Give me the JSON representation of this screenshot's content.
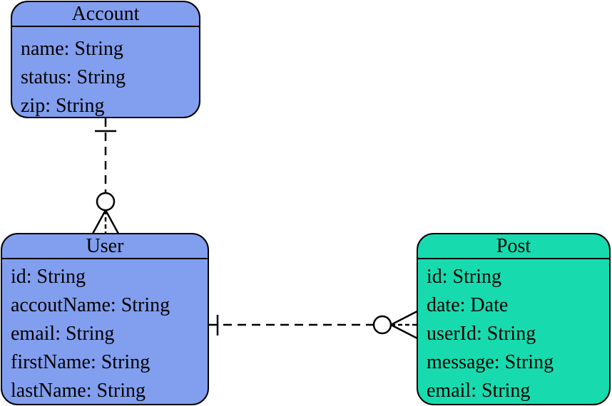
{
  "entities": {
    "account": {
      "name": "Account",
      "color": "#829EEE",
      "attributes": [
        "name: String",
        "status: String",
        "zip: String"
      ]
    },
    "user": {
      "name": "User",
      "color": "#829EEE",
      "attributes": [
        "id: String",
        "accoutName: String",
        "email: String",
        "firstName: String",
        "lastName: String"
      ]
    },
    "post": {
      "name": "Post",
      "color": "#17DBAE",
      "attributes": [
        "id: String",
        "date: Date",
        "userId: String",
        "message: String",
        "email: String"
      ]
    }
  },
  "relationships": [
    {
      "from": "account",
      "to": "user",
      "from_cardinality": "one",
      "to_cardinality": "zero-or-many",
      "line_style": "dashed"
    },
    {
      "from": "user",
      "to": "post",
      "from_cardinality": "one",
      "to_cardinality": "zero-or-many",
      "line_style": "dashed"
    }
  ]
}
